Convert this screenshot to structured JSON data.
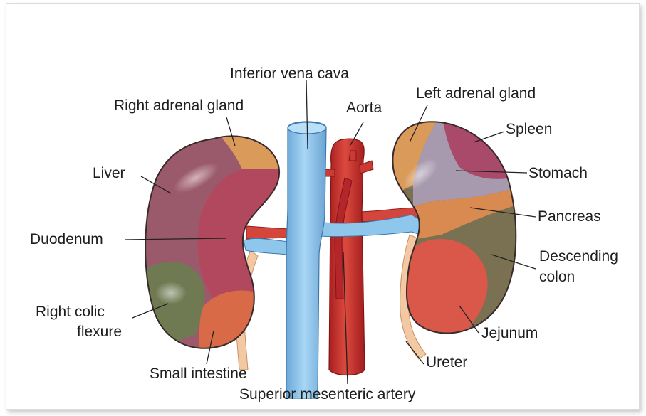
{
  "labels": {
    "inferior_vena_cava": "Inferior vena cava",
    "aorta": "Aorta",
    "right_adrenal_gland": "Right adrenal gland",
    "left_adrenal_gland": "Left adrenal gland",
    "spleen": "Spleen",
    "liver": "Liver",
    "stomach": "Stomach",
    "pancreas": "Pancreas",
    "duodenum": "Duodenum",
    "descending_colon_line1": "Descending",
    "descending_colon_line2": "colon",
    "right_colic_flexure_line1": "Right colic",
    "right_colic_flexure_line2": "flexure",
    "jejunum": "Jejunum",
    "ureter": "Ureter",
    "small_intestine": "Small intestine",
    "superior_mesenteric_artery": "Superior mesenteric artery"
  },
  "colors": {
    "vena_cava": "#8fc6ec",
    "aorta": "#c8302c",
    "kidney_outline": "#3a2a2a",
    "liver_zone": "#9b5a6c",
    "duodenum_zone": "#b2485e",
    "colic_zone": "#6f7a52",
    "small_intestine_zone": "#d86a48",
    "adrenal": "#d99a5a",
    "spleen_zone": "#a94a6a",
    "stomach_zone": "#a89aae",
    "pancreas_zone": "#d98a50",
    "descending_colon_zone": "#7a7052",
    "jejunum_zone": "#d9584a",
    "ureter": "#f2c9a2"
  }
}
